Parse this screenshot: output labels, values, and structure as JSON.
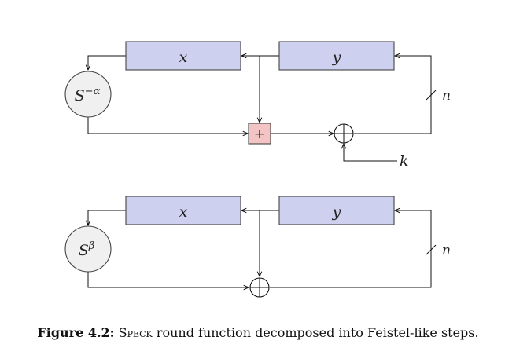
{
  "diagrams": [
    {
      "register_left": "x",
      "register_right": "y",
      "rotation_base": "S",
      "rotation_exponent": "−α",
      "adder_symbol": "+",
      "word_size_label": "n",
      "key_label": "k"
    },
    {
      "register_left": "x",
      "register_right": "y",
      "rotation_base": "S",
      "rotation_exponent": "β",
      "word_size_label": "n"
    }
  ],
  "caption": {
    "label": "Figure 4.2:",
    "cipher_name": "Speck",
    "text": "round function decomposed into Feistel-like steps."
  }
}
